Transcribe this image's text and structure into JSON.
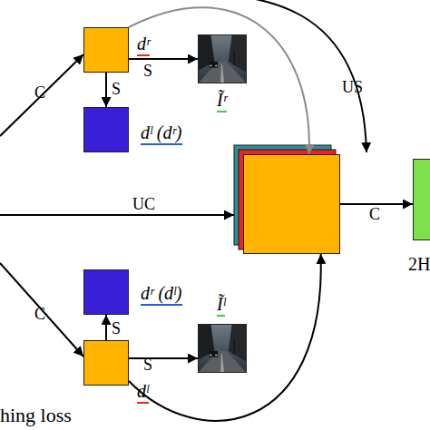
{
  "diagram": {
    "nodes": [
      {
        "text": [
          "dʳ"
        ]
      },
      {
        "text": [
          "Ĩʳ"
        ]
      },
      {
        "text": [
          "dˡ (dʳ)"
        ]
      },
      {
        "text": []
      },
      {
        "text": [
          "2H"
        ]
      },
      {
        "text": [
          "dʳ (dˡ)"
        ]
      },
      {
        "text": [
          "dˡ"
        ]
      },
      {
        "text": [
          "Ĩˡ"
        ]
      }
    ],
    "edges": [
      {
        "from": 0,
        "to": 1,
        "label": "S",
        "arrow": "to"
      },
      {
        "from": 0,
        "to": 2,
        "label": "S",
        "arrow": "to"
      },
      {
        "from": 0,
        "to": 3,
        "arrow": "to"
      },
      {
        "from": 3,
        "to": 4,
        "label": "C",
        "arrow": "to"
      },
      {
        "from": 6,
        "to": 5,
        "label": "S",
        "arrow": "to"
      },
      {
        "from": 6,
        "to": 7,
        "label": "S",
        "arrow": "to"
      },
      {
        "from": 6,
        "to": 3,
        "arrow": "to"
      }
    ],
    "labels": [
      "US",
      "C",
      "UC",
      "C",
      "hing loss"
    ]
  }
}
